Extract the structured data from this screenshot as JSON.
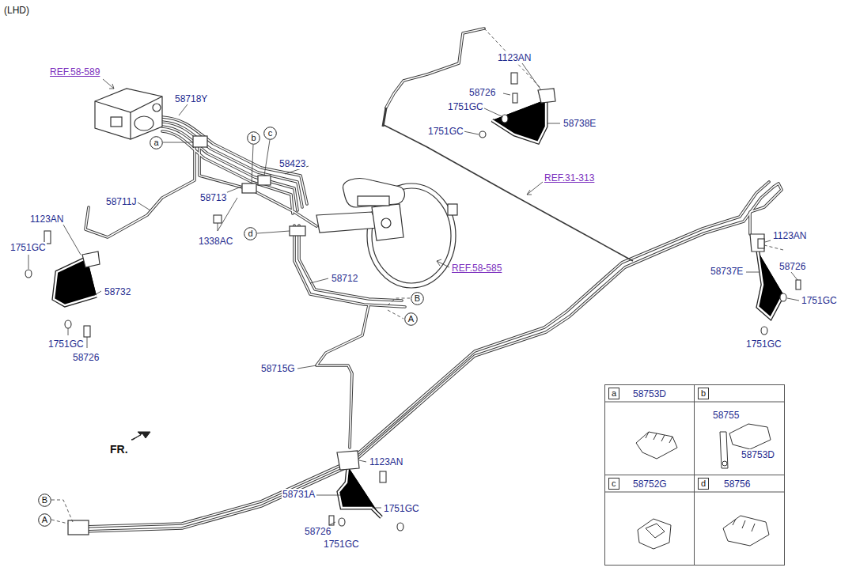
{
  "diagram": {
    "nodes": [
      {
        "text": [
          "a"
        ]
      },
      {
        "text": [
          "b"
        ]
      },
      {
        "text": [
          "c"
        ]
      },
      {
        "text": [
          "d"
        ]
      },
      {
        "text": [
          "B"
        ]
      },
      {
        "text": [
          "A"
        ]
      },
      {
        "text": [
          "B"
        ]
      },
      {
        "text": [
          "A"
        ]
      },
      {
        "text": [
          "58753D"
        ]
      },
      {
        "text": [
          "a"
        ],
        "in": 8
      },
      {
        "text": [
          "58755",
          "58753D"
        ]
      },
      {
        "text": [
          "b"
        ],
        "in": 10
      },
      {
        "text": [
          "58752G"
        ]
      },
      {
        "text": [
          "c"
        ],
        "in": 12
      },
      {
        "text": [
          "58756"
        ]
      },
      {
        "text": [
          "d"
        ],
        "in": 14
      }
    ],
    "labels": [
      "(LHD)",
      "REF.58-589",
      "58718Y",
      "58423",
      "58713",
      "58711J",
      "1123AN",
      "1751GC",
      "1338AC",
      "58732",
      "1751GC",
      "58726",
      "58712",
      "REF.58-585",
      "58715G",
      "1123AN",
      "58726",
      "1751GC",
      "1751GC",
      "58738E",
      "REF.31-313",
      "1123AN",
      "58726",
      "58737E",
      "1751GC",
      "1751GC",
      "1123AN",
      "58731A",
      "1751GC",
      "58726",
      "1751GC",
      "FR."
    ]
  }
}
